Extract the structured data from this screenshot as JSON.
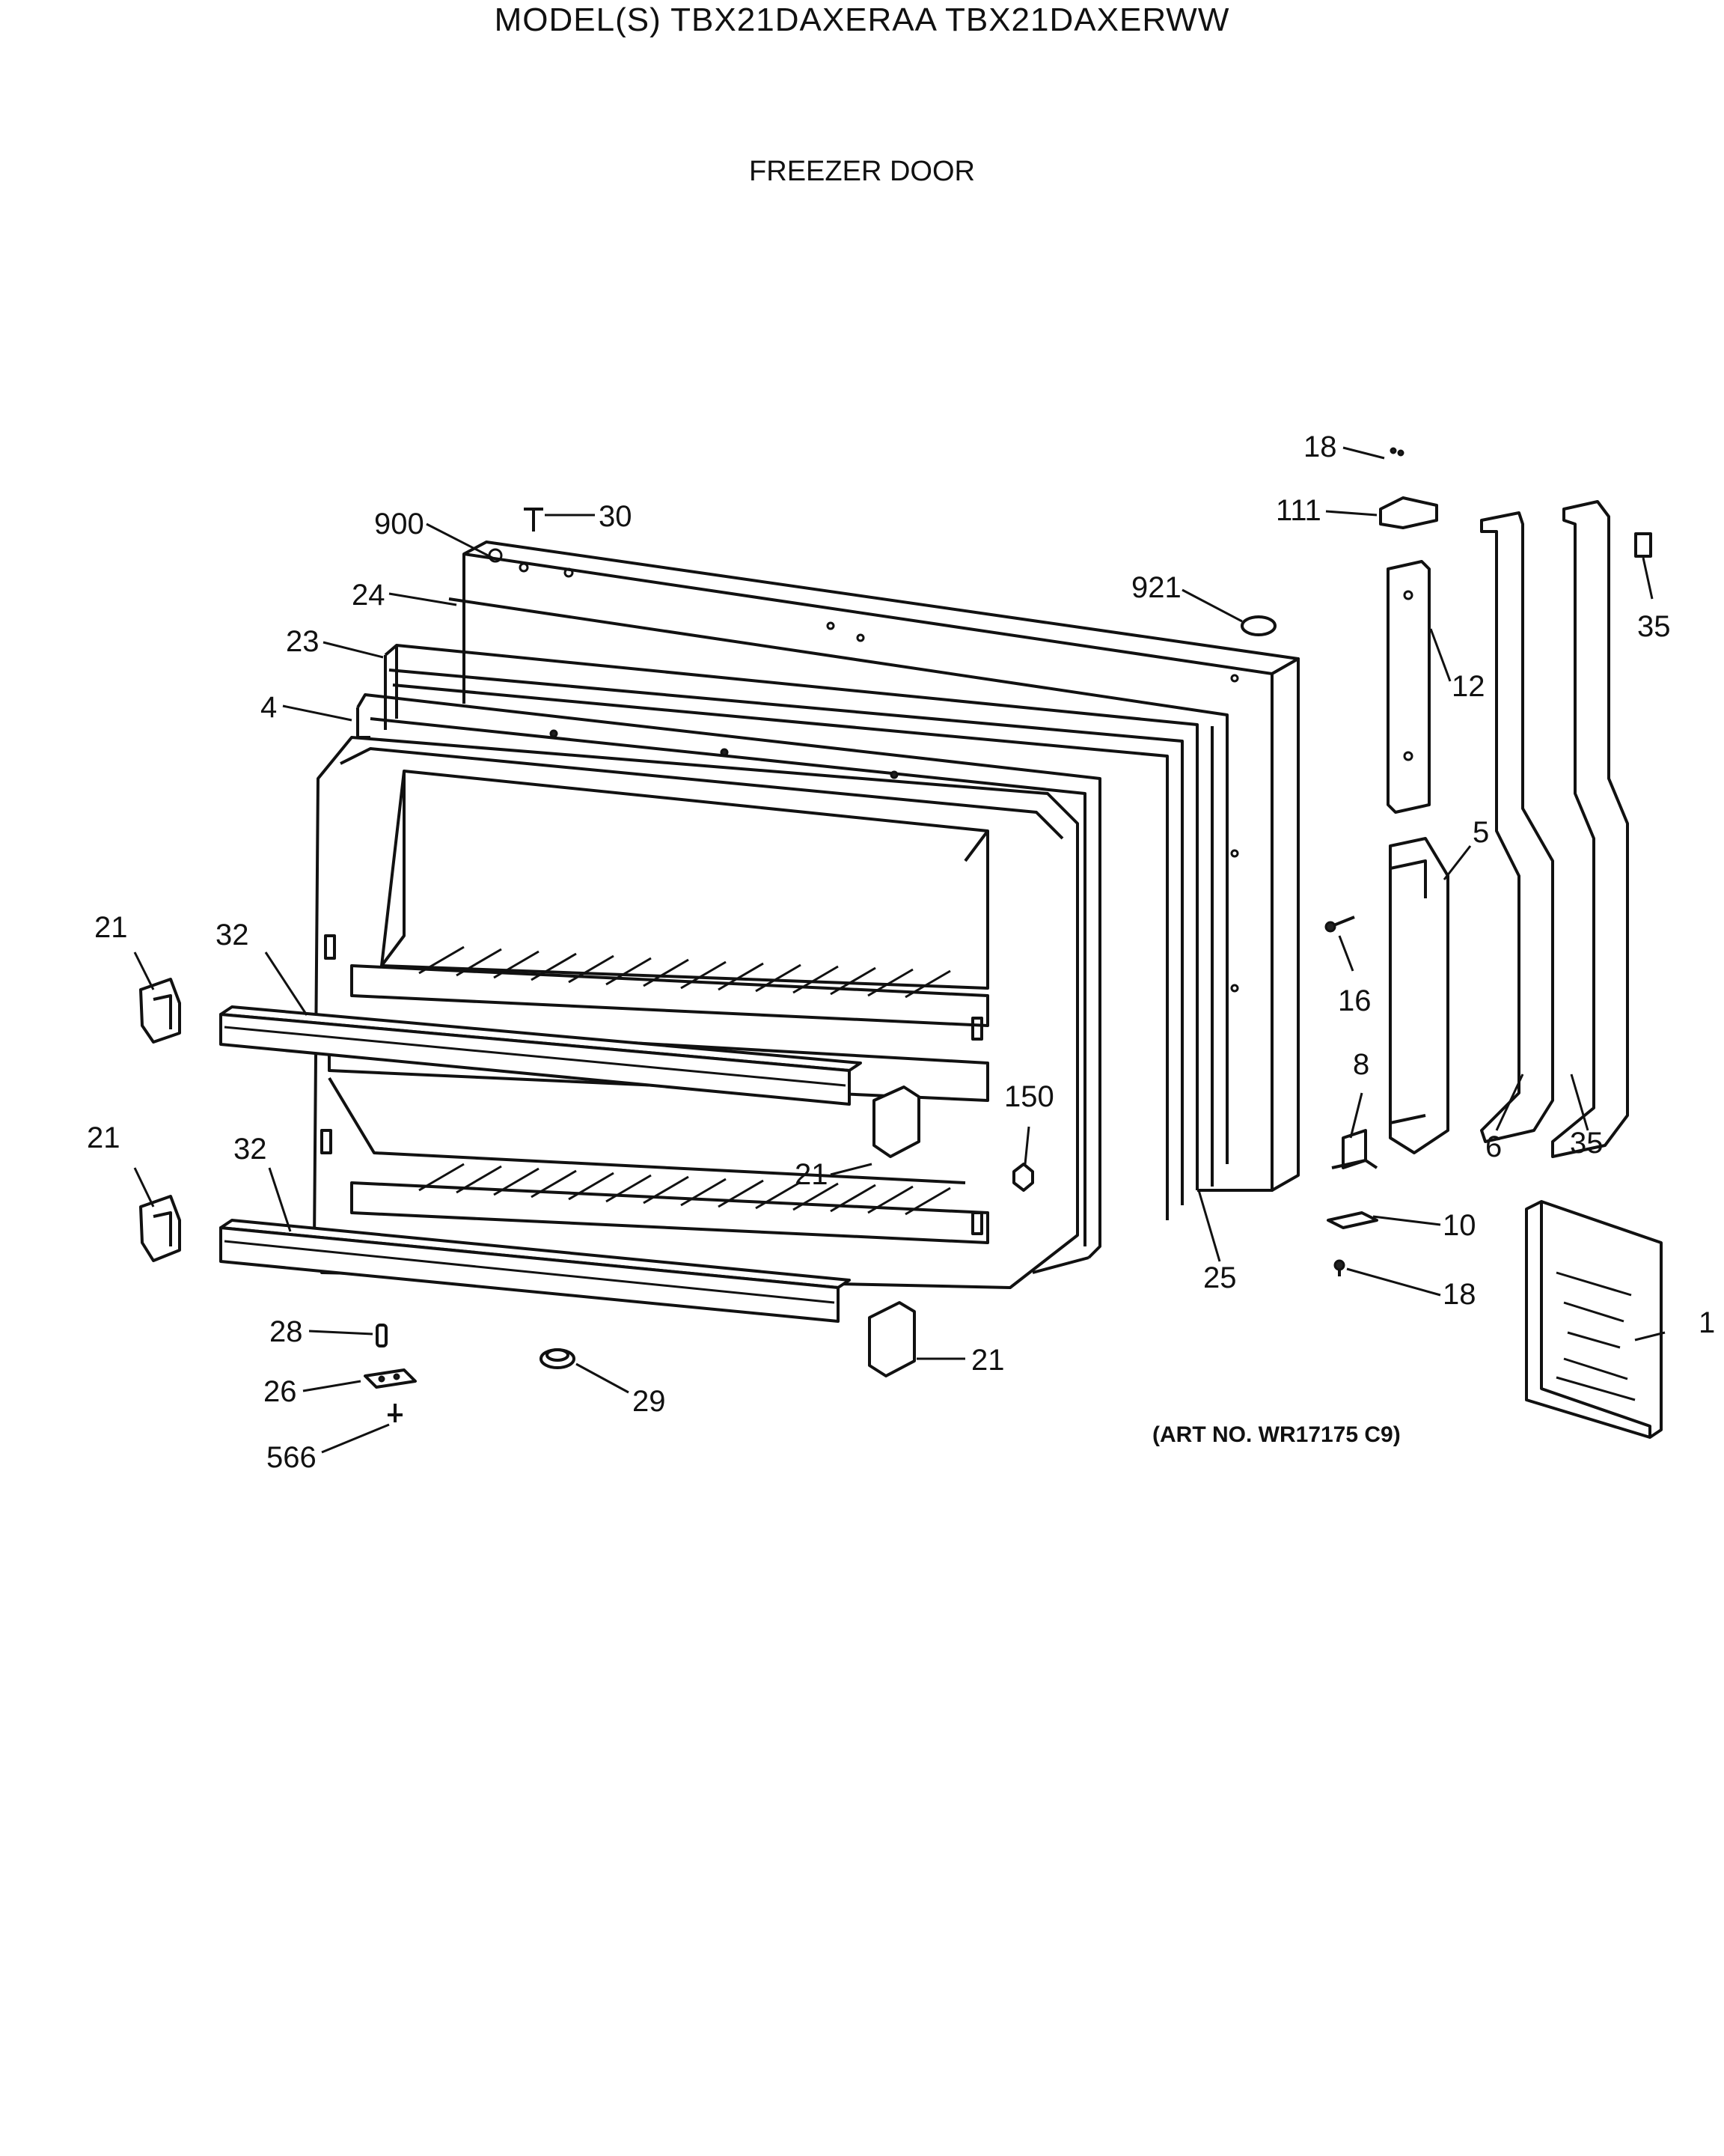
{
  "header": {
    "model_title": "MODEL(S) TBX21DAXERAA  TBX21DAXERWW",
    "section_title": "FREEZER DOOR"
  },
  "footer": {
    "art_number": "(ART NO. WR17175 C9)"
  },
  "callouts": [
    {
      "id": "c900",
      "label": "900"
    },
    {
      "id": "c30",
      "label": "30"
    },
    {
      "id": "c24",
      "label": "24"
    },
    {
      "id": "c23",
      "label": "23"
    },
    {
      "id": "c4",
      "label": "4"
    },
    {
      "id": "c921",
      "label": "921"
    },
    {
      "id": "c18a",
      "label": "18"
    },
    {
      "id": "c111",
      "label": "111"
    },
    {
      "id": "c12",
      "label": "12"
    },
    {
      "id": "c35a",
      "label": "35"
    },
    {
      "id": "c5",
      "label": "5"
    },
    {
      "id": "c16",
      "label": "16"
    },
    {
      "id": "c8",
      "label": "8"
    },
    {
      "id": "c6",
      "label": "6"
    },
    {
      "id": "c35b",
      "label": "35"
    },
    {
      "id": "c10",
      "label": "10"
    },
    {
      "id": "c18b",
      "label": "18"
    },
    {
      "id": "c1",
      "label": "1"
    },
    {
      "id": "c25",
      "label": "25"
    },
    {
      "id": "c150",
      "label": "150"
    },
    {
      "id": "c21a",
      "label": "21"
    },
    {
      "id": "c32a",
      "label": "32"
    },
    {
      "id": "c21b",
      "label": "21"
    },
    {
      "id": "c32b",
      "label": "32"
    },
    {
      "id": "c21c",
      "label": "21"
    },
    {
      "id": "c21d",
      "label": "21"
    },
    {
      "id": "c28",
      "label": "28"
    },
    {
      "id": "c26",
      "label": "26"
    },
    {
      "id": "c566",
      "label": "566"
    },
    {
      "id": "c29",
      "label": "29"
    }
  ]
}
